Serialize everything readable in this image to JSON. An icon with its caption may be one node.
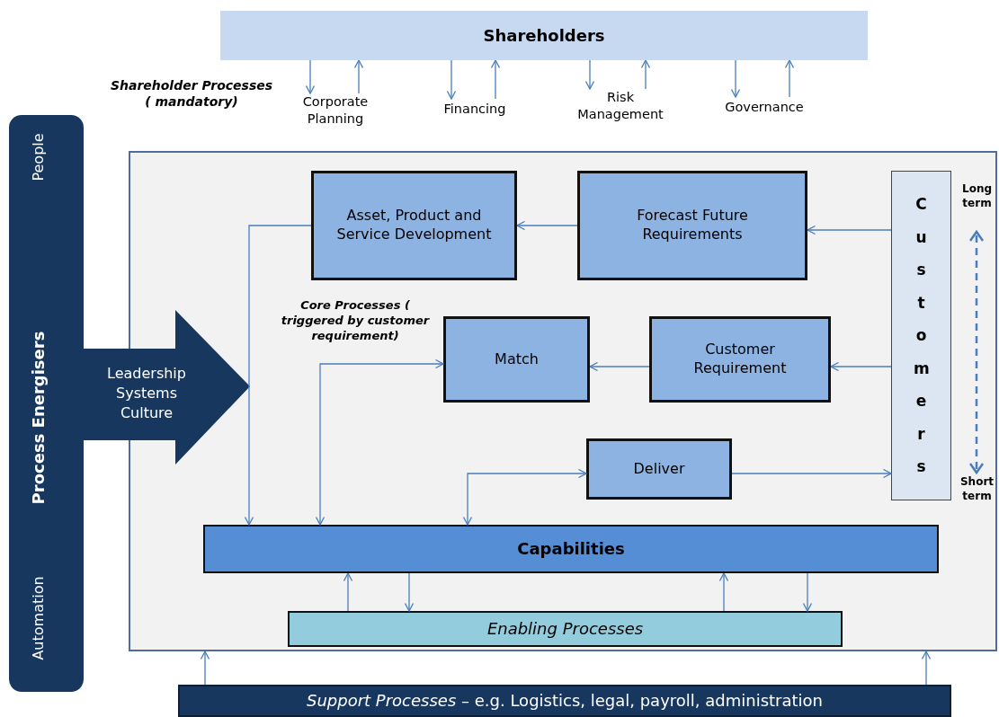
{
  "diagram": {
    "nodes": [
      {
        "text": [
          "Shareholders"
        ]
      },
      {
        "text": [
          "Corporate Planning"
        ]
      },
      {
        "text": [
          "Financing"
        ]
      },
      {
        "text": [
          "Risk Management"
        ]
      },
      {
        "text": [
          "Governance"
        ]
      },
      {
        "text": [
          "People",
          "Process Energisers",
          "Automation"
        ]
      },
      {
        "text": [
          "Leadership Systems Culture"
        ]
      },
      {
        "text": [],
        "shape": "box"
      },
      {
        "text": [
          "Asset, Product and Service Development"
        ],
        "in": 7
      },
      {
        "text": [
          "Forecast Future Requirements"
        ],
        "in": 7
      },
      {
        "text": [
          "Customers"
        ],
        "in": 7
      },
      {
        "text": [
          "Match"
        ],
        "in": 7
      },
      {
        "text": [
          "Customer Requirement"
        ],
        "in": 7
      },
      {
        "text": [
          "Deliver"
        ],
        "in": 7
      },
      {
        "text": [
          "Capabilities"
        ],
        "in": 7
      },
      {
        "text": [
          "Enabling Processes"
        ],
        "in": 7
      },
      {
        "text": [
          "*Support Processes* – e.g. Logistics, legal, payroll, administration"
        ]
      }
    ],
    "edges": [
      {
        "from": 0,
        "to": 1,
        "arrow": "to"
      },
      {
        "from": 1,
        "to": 0,
        "arrow": "to"
      },
      {
        "from": 0,
        "to": 2,
        "arrow": "to"
      },
      {
        "from": 2,
        "to": 0,
        "arrow": "to"
      },
      {
        "from": 0,
        "to": 3,
        "arrow": "to"
      },
      {
        "from": 3,
        "to": 0,
        "arrow": "to"
      },
      {
        "from": 0,
        "to": 4,
        "arrow": "to"
      },
      {
        "from": 4,
        "to": 0,
        "arrow": "to"
      },
      {
        "from": 10,
        "to": 9,
        "arrow": "to"
      },
      {
        "from": 9,
        "to": 8,
        "arrow": "to"
      },
      {
        "from": 10,
        "to": 12,
        "arrow": "to"
      },
      {
        "from": 12,
        "to": 11,
        "arrow": "to"
      },
      {
        "from": 13,
        "to": 10,
        "arrow": "to"
      },
      {
        "from": 8,
        "to": 14,
        "arrow": "to"
      },
      {
        "from": 11,
        "to": 14,
        "arrow": "both"
      },
      {
        "from": 13,
        "to": 14,
        "arrow": "both"
      },
      {
        "from": 15,
        "to": 14,
        "arrow": "to"
      },
      {
        "from": 14,
        "to": 15,
        "arrow": "to"
      },
      {
        "from": 15,
        "to": 14,
        "arrow": "to"
      },
      {
        "from": 14,
        "to": 15,
        "arrow": "to"
      },
      {
        "from": 16,
        "to": 7,
        "arrow": "to"
      },
      {
        "from": 16,
        "to": 7,
        "arrow": "to"
      }
    ],
    "labels": [
      "Shareholder Processes ( mandatory)",
      "Core Processes ( triggered by customer requirement)",
      "Long term",
      "Short term"
    ]
  }
}
